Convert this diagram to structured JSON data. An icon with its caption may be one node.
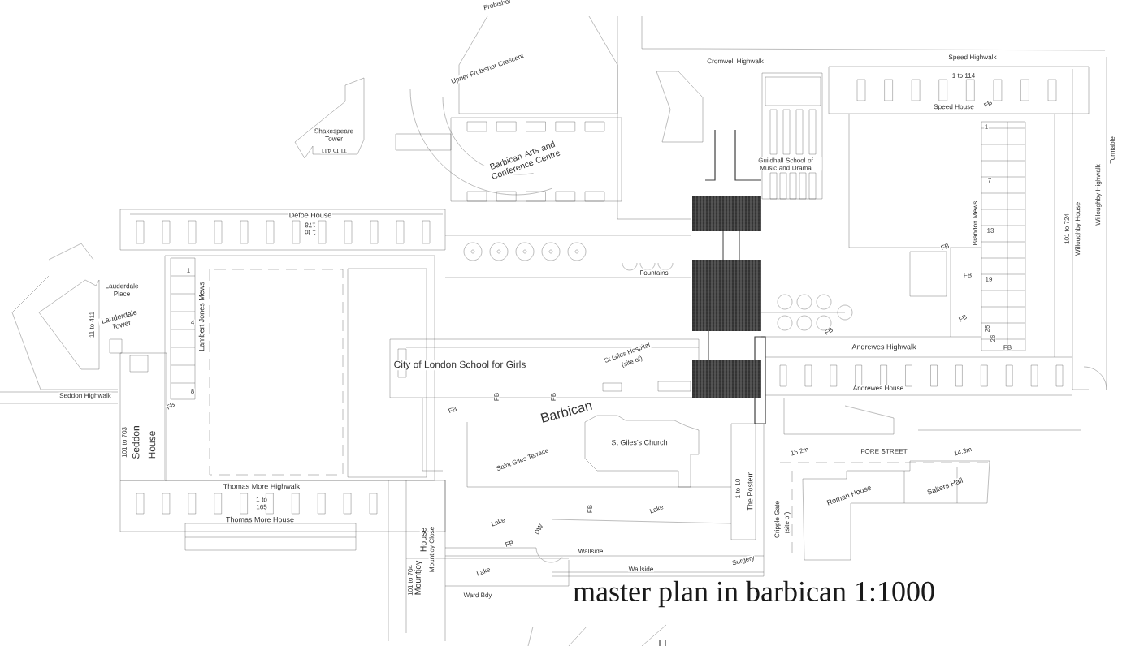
{
  "diagram": {
    "title": "master plan in barbican 1:1000",
    "labels": [
      "Frobisher",
      "Upper Frobisher Crescent",
      "Cromwell Highwalk",
      "Speed Highwalk",
      "1 to 114",
      "Shakespeare Tower",
      "11 to 411",
      "Speed House",
      "FB",
      "Barbican Arts and Conference Centre",
      "Guildhall School of Music and Drama",
      "Turntable",
      "1",
      "7",
      "Defoe House",
      "1 to 178",
      "Brandon Mews",
      "13",
      "101 to 724",
      "Willoughby House",
      "Willoughby Highwalk",
      "FB",
      "Fountains",
      "1",
      "FB",
      "19",
      "Lauderdale Place",
      "Lauderdale Tower",
      "11 to 411",
      "Lambert Jones Mews",
      "4",
      "FB",
      "FB",
      "25",
      "26",
      "FB",
      "Andrewes Highwalk",
      "City of London School for Girls",
      "St Giles Hospital",
      "(site of)",
      "Andrewes House",
      "8",
      "Seddon Highwalk",
      "FB",
      "FB",
      "FB",
      "FB",
      "Barbican",
      "St Giles's Church",
      "101 to 703",
      "Seddon",
      "House",
      "15.2m",
      "FORE STREET",
      "14.3m",
      "Saint Giles Terrace",
      "Thomas More Highwalk",
      "1 to 165",
      "1 to 10",
      "The Postern",
      "Roman House",
      "Salters Hall",
      "Thomas More House",
      "FB",
      "Lake",
      "Cripple Gate",
      "(site of)",
      "Lake",
      "DW",
      "House",
      "Mountjoy Close",
      "FB",
      "Wallside",
      "Surgery",
      "Wallside",
      "Lake",
      "101 to 704",
      "Mountjoy",
      "Ward Bdy"
    ]
  }
}
